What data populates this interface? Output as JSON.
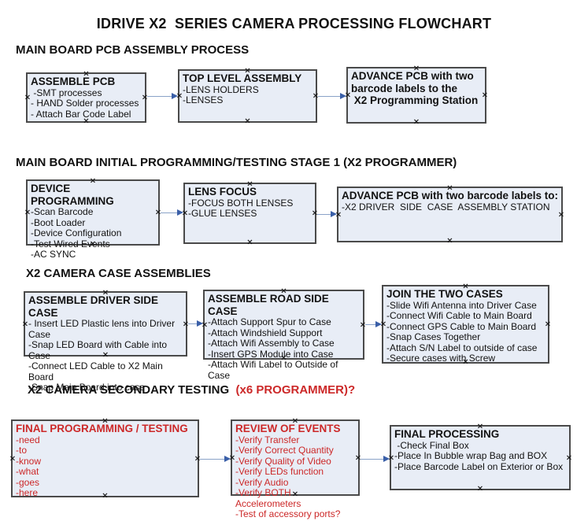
{
  "title": "IDRIVE X2  SERIES CAMERA PROCESSING FLOWCHART",
  "colors": {
    "background": "#ffffff",
    "box_fill": "#e8edf6",
    "box_border": "#4a4a4a",
    "arrow_line": "#8aa2c8",
    "arrow_head": "#3a5fa8",
    "accent_red": "#cc2828",
    "text": "#111111"
  },
  "sections": [
    {
      "heading": "MAIN BOARD PCB ASSEMBLY PROCESS",
      "heading_red": ""
    },
    {
      "heading": "MAIN BOARD INITIAL PROGRAMMING/TESTING STAGE 1 (X2 PROGRAMMER)",
      "heading_red": ""
    },
    {
      "heading": "X2 CAMERA CASE ASSEMBLIES",
      "heading_red": ""
    },
    {
      "heading": "X2 CAMERA SECONDARY TESTING ",
      "heading_red": " (x6 PROGRAMMER)?"
    }
  ],
  "boxes": {
    "r1b1": {
      "title": "ASSEMBLE PCB",
      "items": [
        " -SMT processes",
        "- HAND Solder processes",
        "- Attach Bar Code Label"
      ]
    },
    "r1b2": {
      "title": "TOP LEVEL ASSEMBLY",
      "items": [
        "-LENS HOLDERS",
        "-LENSES"
      ]
    },
    "r1b3": {
      "title": "ADVANCE PCB with two\nbarcode labels to the\n X2 Programming Station",
      "items": []
    },
    "r2b1": {
      "title": "DEVICE PROGRAMMING",
      "items": [
        "-Scan Barcode",
        "-Boot Loader",
        "-Device Configuration",
        "-Test Wired Events",
        "-AC SYNC"
      ]
    },
    "r2b2": {
      "title": "LENS FOCUS",
      "items": [
        "-FOCUS BOTH LENSES",
        "-GLUE LENSES"
      ]
    },
    "r2b3": {
      "title": "ADVANCE PCB with two barcode labels to:",
      "items": [
        "-X2 DRIVER  SIDE  CASE  ASSEMBLY STATION"
      ]
    },
    "r3b1": {
      "title": "ASSEMBLE DRIVER SIDE CASE",
      "items": [
        "- Insert LED Plastic lens into Driver Case",
        "-Snap LED Board with Cable into Case",
        "-Connect LED Cable to X2 Main Board",
        "-Snap Main Board into case"
      ]
    },
    "r3b2": {
      "title": "ASSEMBLE ROAD SIDE CASE",
      "items": [
        "-Attach Support Spur to Case",
        "-Attach Windshield Support",
        "-Attach Wifi Assembly to Case",
        "-Insert GPS Module into Case",
        "-Attach Wifi Label to Outside of Case"
      ]
    },
    "r3b3": {
      "title": "JOIN THE TWO CASES",
      "items": [
        "-Slide Wifi Antenna into Driver Case",
        "-Connect Wifi Cable to Main Board",
        "-Connect GPS Cable to Main Board",
        "-Snap Cases Together",
        "-Attach S/N Label to outside of case",
        "-Secure cases with Screw"
      ]
    },
    "r4b1": {
      "title": "FINAL PROGRAMMING / TESTING",
      "items": [
        "-need",
        "-to",
        "-know",
        "-what",
        "-goes",
        "-here"
      ]
    },
    "r4b2": {
      "title": "REVIEW OF EVENTS",
      "items": [
        "-Verify Transfer",
        "-Verify Correct Quantity",
        "-Verify Quality of Video",
        "-Verify LEDs function",
        "-Verify Audio",
        "-Verify BOTH Accelerometers",
        "-Test of accessory ports?"
      ]
    },
    "r4b3": {
      "title": "FINAL PROCESSING",
      "items": [
        " -Check Final Box",
        "-Place In Bubble wrap Bag and BOX",
        "-Place Barcode Label on Exterior or Box"
      ]
    }
  }
}
